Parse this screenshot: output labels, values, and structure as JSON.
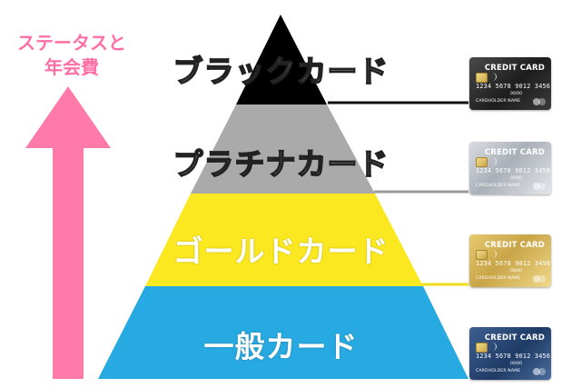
{
  "axis_label": {
    "line1": "ステータスと",
    "line2": "年会費",
    "color": "#ff7aa8"
  },
  "tiers": [
    {
      "label": "ブラックカード",
      "color": "#000000"
    },
    {
      "label": "プラチナカード",
      "color": "#aaaaaa"
    },
    {
      "label": "ゴールドカード",
      "color": "#fbe820"
    },
    {
      "label": "一般カード",
      "color": "#27a9e1"
    }
  ],
  "cards": [
    {
      "tier": "ブラックカード",
      "brand": "CREDIT CARD",
      "number": "1234 5678 9012 3456",
      "expiry": "00/00",
      "holder": "CARDHOLDER NAME",
      "color": "#2a2a2a"
    },
    {
      "tier": "プラチナカード",
      "brand": "CREDIT CARD",
      "number": "1234 5678 9012 3456",
      "expiry": "00/00",
      "holder": "CARDHOLDER NAME",
      "color": "#c3c8ce"
    },
    {
      "tier": "ゴールドカード",
      "brand": "CREDIT CARD",
      "number": "1234 5678 9012 3456",
      "expiry": "00/00",
      "holder": "CARDHOLDER NAME",
      "color": "#d7b95b"
    },
    {
      "tier": "一般カード",
      "brand": "CREDIT CARD",
      "number": "1234 5678 9012 3456",
      "expiry": "00/00",
      "holder": "CARDHOLDER NAME",
      "color": "#2b4a7a"
    }
  ]
}
